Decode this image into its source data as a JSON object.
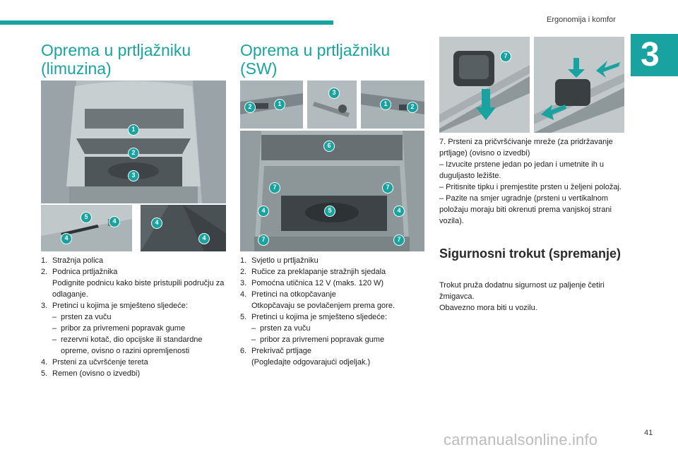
{
  "header": {
    "section": "Ergonomija i komfor",
    "chapter": "3",
    "accent_color": "#19a3a0"
  },
  "col1": {
    "title": "Oprema u prtljažniku (limuzina)",
    "main_badges": [
      "1",
      "2",
      "3"
    ],
    "left_badges": [
      "5",
      "4",
      "4"
    ],
    "right_badges": [
      "4",
      "4"
    ],
    "items": [
      {
        "num": "1.",
        "text": "Stražnja polica"
      },
      {
        "num": "2.",
        "text": "Podnica prtljažnika",
        "sub": "Podignite podnicu kako biste pristupili području za odlaganje."
      },
      {
        "num": "3.",
        "text": "Pretinci u kojima je smješteno sljedeće:",
        "dashes": [
          "prsten za vuču",
          "pribor za privremeni popravak gume",
          "rezervni kotač, dio opcijske ili standardne opreme, ovisno o razini opremljenosti"
        ]
      },
      {
        "num": "4.",
        "text": "Prsteni za učvršćenje tereta"
      },
      {
        "num": "5.",
        "text": "Remen (ovisno o izvedbi)"
      }
    ]
  },
  "col2": {
    "title": "Oprema u prtljažniku (SW)",
    "thumb1_badges": [
      "2",
      "1"
    ],
    "thumb2_badges": [
      "3"
    ],
    "thumb3_badges": [
      "1",
      "2"
    ],
    "main_badges": [
      "6",
      "7",
      "7",
      "4",
      "5",
      "4",
      "7",
      "7"
    ],
    "items": [
      {
        "num": "1.",
        "text": "Svjetlo u prtljažniku"
      },
      {
        "num": "2.",
        "text": "Ručice za preklapanje stražnjih sjedala"
      },
      {
        "num": "3.",
        "text": "Pomoćna utičnica 12 V (maks. 120 W)"
      },
      {
        "num": "4.",
        "text": "Pretinci na otkopčavanje",
        "sub": "Otkopčavaju se povlačenjem prema gore."
      },
      {
        "num": "5.",
        "text": "Pretinci u kojima je smješteno sljedeće:",
        "dashes": [
          "prsten za vuču",
          "pribor za privremeni popravak gume"
        ]
      },
      {
        "num": "6.",
        "text": "Prekrivač prtljage",
        "sub": "(Pogledajte odgovarajući odjeljak.)"
      }
    ]
  },
  "col3": {
    "badge": "7",
    "lines": [
      "7. Prsteni za pričvršćivanje mreže (za pridržavanje prtljage) (ovisno o izvedbi)",
      "–  Izvucite prstene jedan po jedan i umetnite ih u duguljasto ležište.",
      "–  Pritisnite tipku i premjestite prsten u željeni položaj.",
      "–  Pazite na smjer ugradnje (prsteni u vertikalnom položaju moraju biti okrenuti prema vanjskoj strani vozila)."
    ],
    "subtitle": "Sigurnosni trokut (spremanje)",
    "para": [
      "Trokut pruža dodatnu sigurnost uz paljenje četiri žmigavca.",
      "Obavezno mora biti u vozilu."
    ]
  },
  "footer": {
    "page_number": "41",
    "watermark": "carmanualsonline.info"
  }
}
